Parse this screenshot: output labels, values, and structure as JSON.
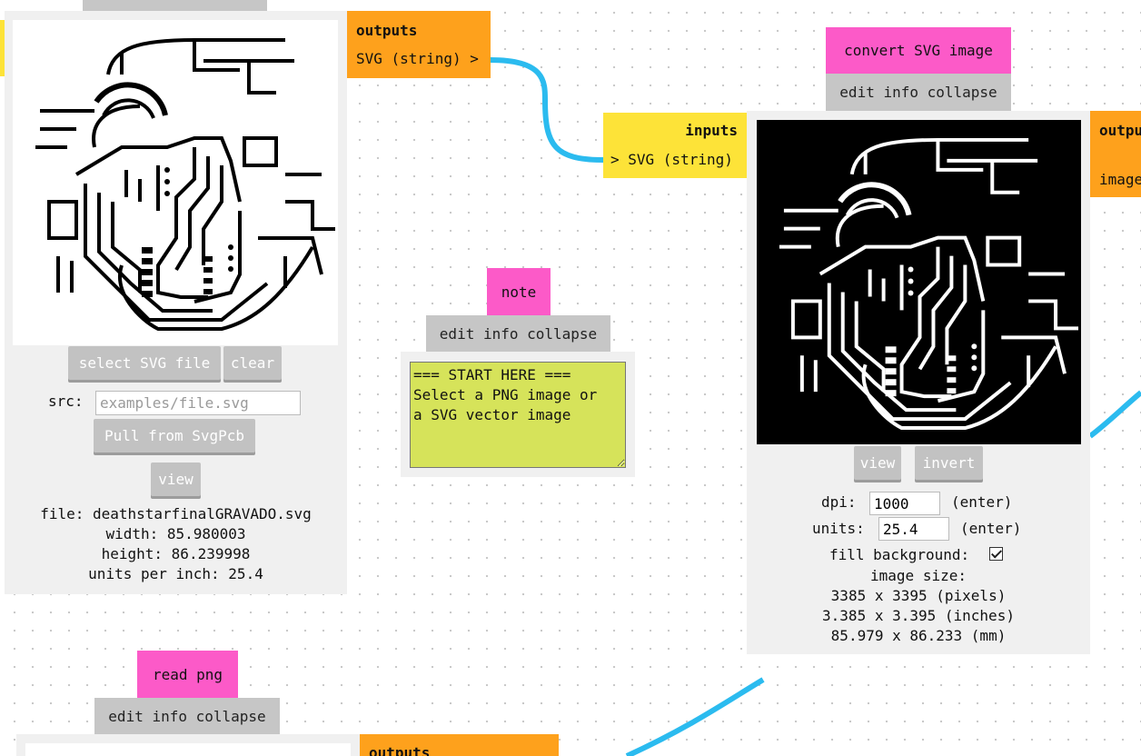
{
  "colors": {
    "wire": "#2bbbef",
    "outputs": "#fea11c",
    "inputs": "#fde338",
    "module_title": "#fc5ac8",
    "note_bg": "#d6e35a",
    "panel": "#f0f0f0",
    "bar": "#c6c6c6"
  },
  "svg_module": {
    "outputs_label": "outputs",
    "output_port": "SVG (string) >",
    "select_button": "select SVG file",
    "clear_button": "clear",
    "src_label": "src:",
    "src_placeholder": "examples/file.svg",
    "pull_button": "Pull from SvgPcb",
    "view_button": "view",
    "file_line": "file: deathstarfinalGRAVADO.svg",
    "width_line": "width: 85.980003",
    "height_line": "height: 86.239998",
    "units_line": "units per inch: 25.4"
  },
  "note_module": {
    "title": "note",
    "bar": "edit info collapse",
    "text": "=== START HERE ===\nSelect a PNG image or\na SVG vector image"
  },
  "convert_module": {
    "title": "convert SVG image",
    "bar": "edit info collapse",
    "inputs_label": "inputs",
    "input_port": "> SVG (string)",
    "outputs_label": "outpu",
    "output_port": "image",
    "view_button": "view",
    "invert_button": "invert",
    "dpi_label": "dpi:",
    "dpi_value": "1000",
    "dpi_enter": "(enter)",
    "units_label": "units:",
    "units_value": "25.4",
    "units_enter": "(enter)",
    "fill_label": "fill background:",
    "image_size_label": "image size:",
    "size_pixels": "3385 x 3395 (pixels)",
    "size_inches": "3.385 x 3.395 (inches)",
    "size_mm": "85.979 x 86.233 (mm)"
  },
  "png_module": {
    "title": "read png",
    "bar": "edit info collapse",
    "outputs_label": "outputs"
  }
}
